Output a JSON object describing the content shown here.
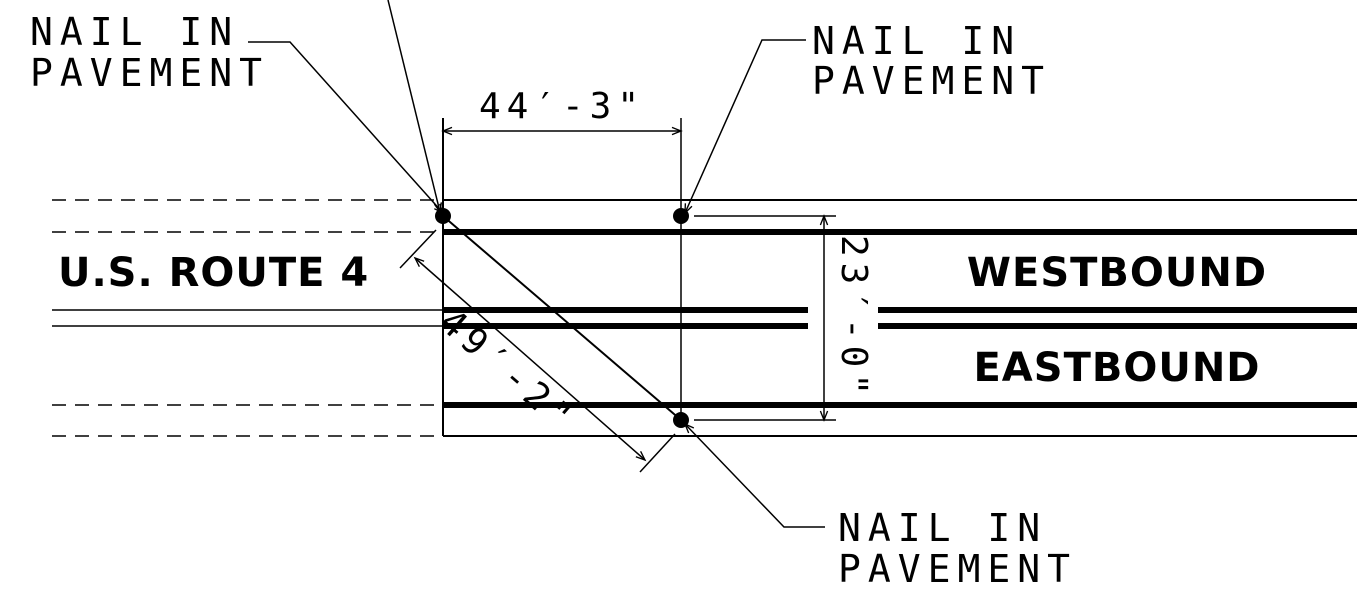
{
  "labels": {
    "route": "U.S. ROUTE 4",
    "westbound": "WESTBOUND",
    "eastbound": "EASTBOUND"
  },
  "nails": [
    {
      "line1": "NAIL IN",
      "line2": "PAVEMENT"
    },
    {
      "line1": "NAIL IN",
      "line2": "PAVEMENT"
    },
    {
      "line1": "NAIL IN",
      "line2": "PAVEMENT"
    }
  ],
  "dimensions": {
    "horizontal": "44′-3\"",
    "vertical": "23′-0\"",
    "diagonal": "49′-2\""
  },
  "colors": {
    "ink": "#000000",
    "background": "#ffffff"
  }
}
